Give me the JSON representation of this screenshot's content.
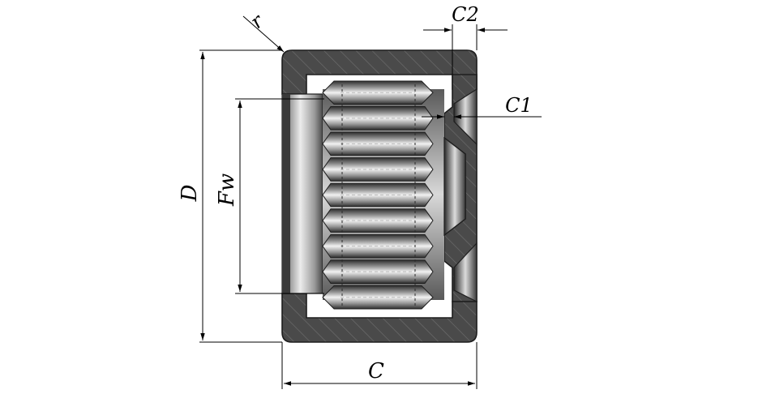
{
  "labels": {
    "r": "r",
    "c2": "C2",
    "c1": "C1",
    "d": "D",
    "fw": "Fw",
    "c": "C"
  },
  "colors": {
    "housing": "#4a4a4a",
    "housing_edge": "#202020",
    "hatch": "#7c7c7c",
    "roller_light": "#f4f4f4",
    "roller_mid": "#9c9c9c",
    "roller_dark": "#3c3c3c",
    "bore_light": "#e0e0e0",
    "bore_dark": "#505050",
    "dimension_line": "#000000"
  },
  "roller_count": 9
}
